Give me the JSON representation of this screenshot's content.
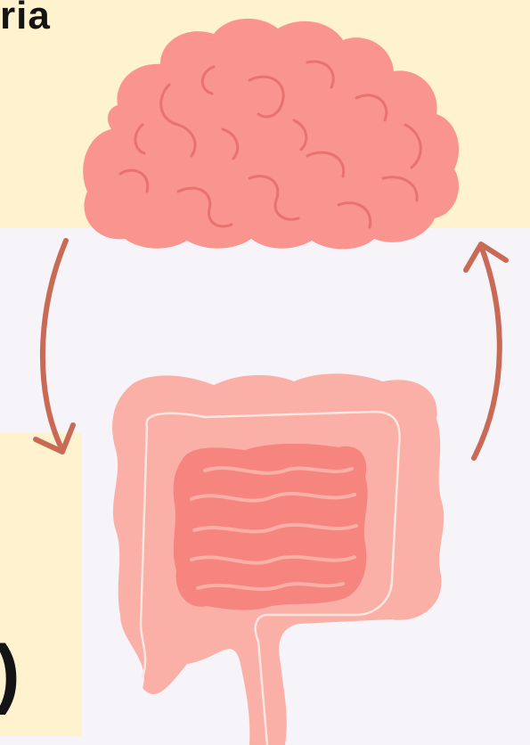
{
  "text_fragments": {
    "top": "ria",
    "bottom": ")"
  },
  "colors": {
    "highlight": "#fef2cf",
    "background": "#f7f4f9",
    "brain": "#f9948f",
    "brain_line": "#e8726d",
    "colon_outer": "#fab0a6",
    "colon_inner": "#f5857e",
    "arrow": "#c96a57"
  },
  "icons": [
    "brain-illustration",
    "intestine-illustration",
    "arrow-down-curve",
    "arrow-up-curve"
  ]
}
